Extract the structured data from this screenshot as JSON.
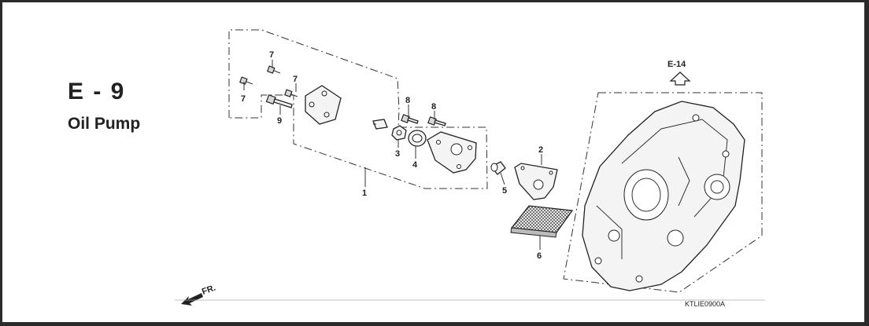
{
  "section": {
    "code": "E - 9",
    "title": "Oil Pump"
  },
  "reference": {
    "arrow_label": "E-14",
    "front_label": "FR.",
    "diagram_code": "KTLIE0900A"
  },
  "callouts": [
    {
      "id": "7a",
      "number": "7"
    },
    {
      "id": "7b",
      "number": "7"
    },
    {
      "id": "7c",
      "number": "7"
    },
    {
      "id": "9",
      "number": "9"
    },
    {
      "id": "8a",
      "number": "8"
    },
    {
      "id": "8b",
      "number": "8"
    },
    {
      "id": "3",
      "number": "3"
    },
    {
      "id": "4",
      "number": "4"
    },
    {
      "id": "1",
      "number": "1"
    },
    {
      "id": "2",
      "number": "2"
    },
    {
      "id": "5",
      "number": "5"
    },
    {
      "id": "6",
      "number": "6"
    }
  ],
  "colors": {
    "line": "#333333",
    "fill": "#f4f4f4",
    "frame": "#2b2b2b"
  }
}
